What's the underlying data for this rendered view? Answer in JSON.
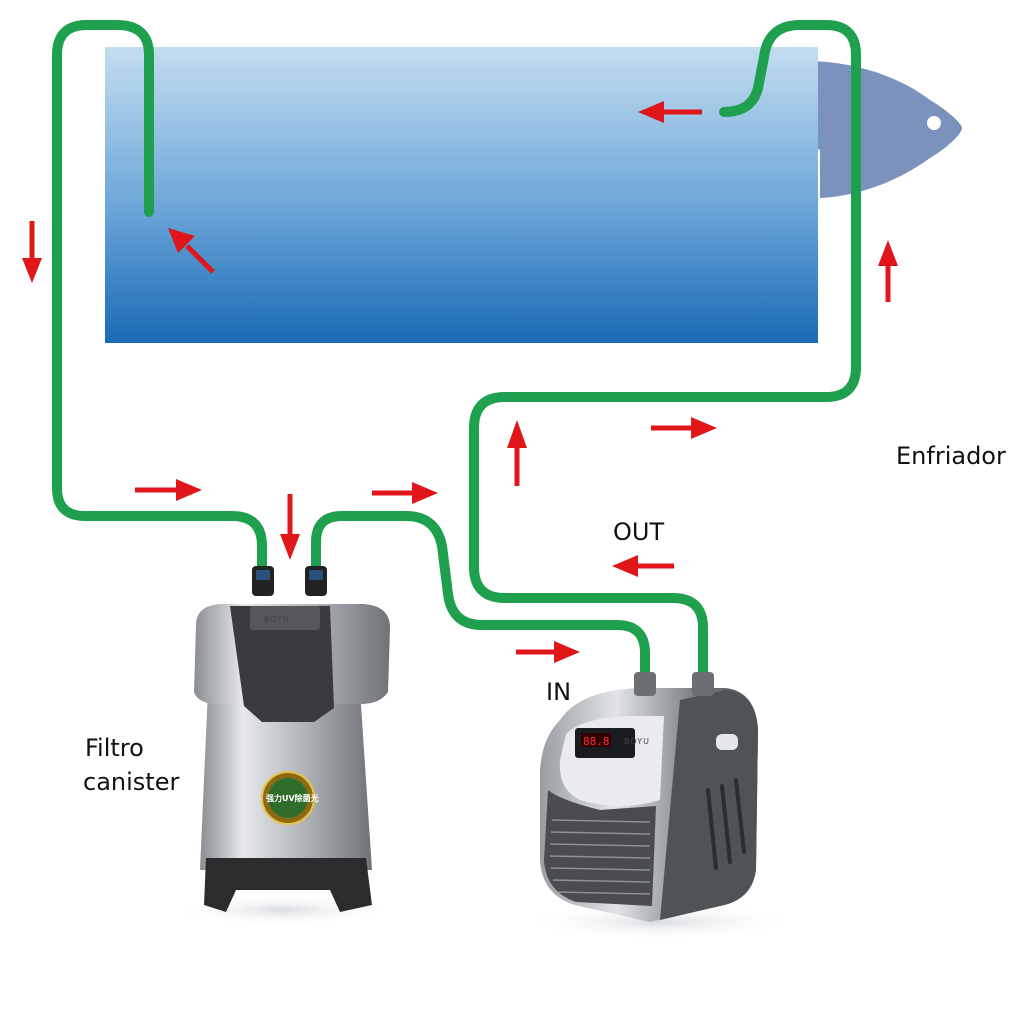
{
  "labels": {
    "chiller": "Enfriador",
    "out": "OUT",
    "in": "IN",
    "filter_line1": "Filtro",
    "filter_line2": "canister"
  },
  "product_marks": {
    "brand": "BOYU",
    "filter_badge": "强力UV除菌光"
  },
  "colors": {
    "hose": "#1fa04f",
    "arrow": "#e0161b",
    "tank_top": "#c3ddef",
    "tank_bottom": "#1a6ab5",
    "fish": "#6d86b5"
  },
  "icons": {
    "fish": "fish-icon",
    "flow_arrow": "arrow-icon"
  }
}
